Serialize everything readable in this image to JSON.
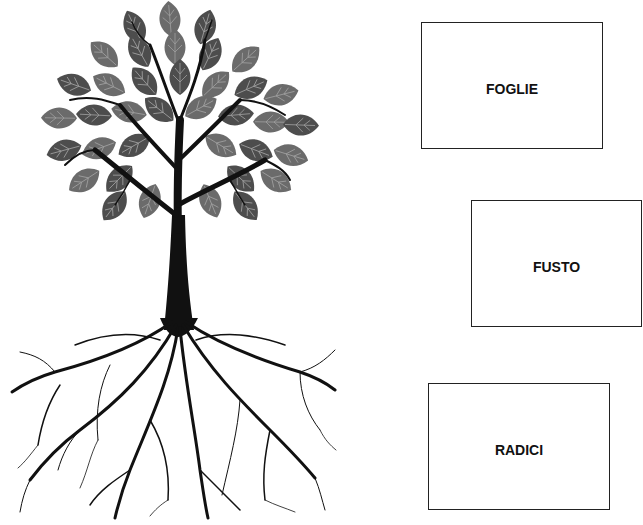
{
  "diagram": {
    "nodes": [
      {
        "text": [
          "FOGLIE"
        ]
      },
      {
        "text": [
          "FUSTO"
        ]
      },
      {
        "text": [
          "RADICI"
        ]
      }
    ]
  }
}
